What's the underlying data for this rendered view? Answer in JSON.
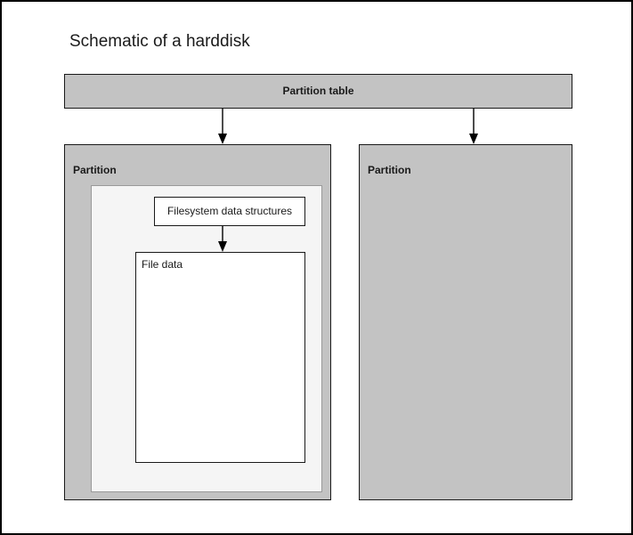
{
  "diagram": {
    "title": "Schematic of a harddisk",
    "type": "block-diagram",
    "colors": {
      "canvas_background": "#ffffff",
      "canvas_border": "#000000",
      "gray_fill": "#c3c3c3",
      "light_fill": "#f5f5f5",
      "white_fill": "#ffffff",
      "stroke": "#1a1a1a",
      "text": "#1a1a1a"
    },
    "partition_table": {
      "label": "Partition table"
    },
    "partitions": [
      {
        "label": "Partition",
        "filesystem": {
          "structures_label": "Filesystem data structures",
          "file_data_label": "File data"
        }
      },
      {
        "label": "Partition",
        "filesystem": null
      }
    ],
    "arrows": [
      {
        "name": "partition-table-to-partition-1"
      },
      {
        "name": "partition-table-to-partition-2"
      },
      {
        "name": "filesystem-structures-to-file-data"
      }
    ]
  }
}
